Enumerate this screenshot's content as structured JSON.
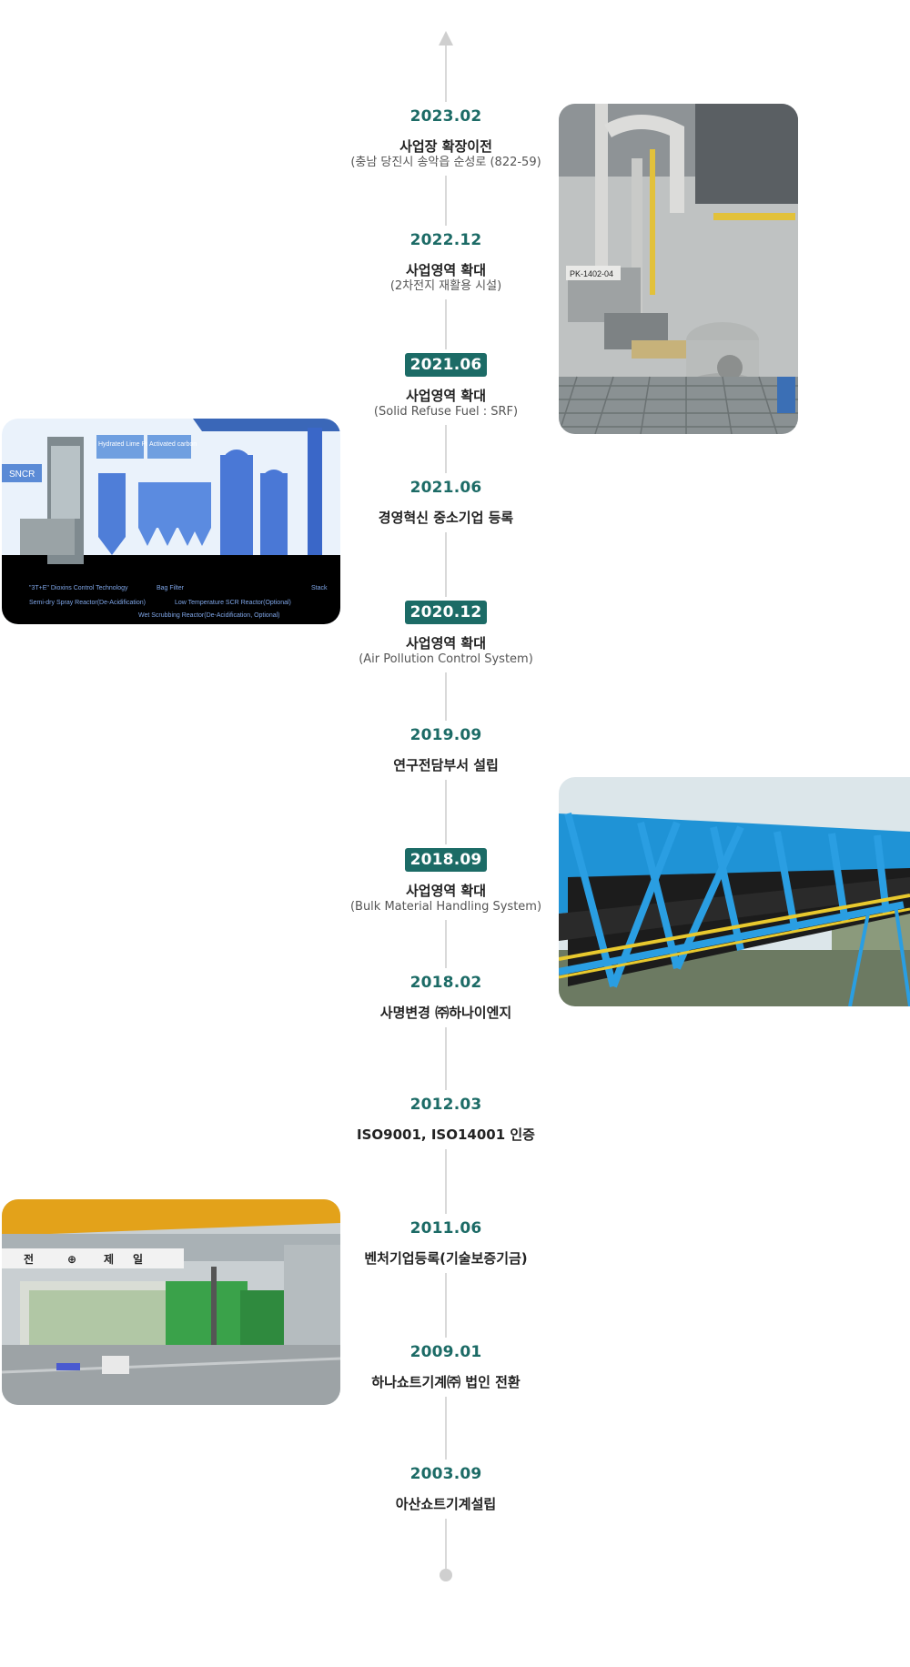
{
  "events": [
    {
      "date": "2023.02",
      "title": "사업장 확장이전",
      "sub": "(충남 당진시 송악읍 순성로 (822-59)",
      "highlight": false
    },
    {
      "date": "2022.12",
      "title": "사업영역 확대",
      "sub": "(2차전지 재활용 시설)",
      "highlight": false
    },
    {
      "date": "2021.06",
      "title": "사업영역 확대",
      "sub": "(Solid Refuse Fuel : SRF)",
      "highlight": true
    },
    {
      "date": "2021.06",
      "title": "경영혁신 중소기업 등록",
      "sub": "",
      "highlight": false
    },
    {
      "date": "2020.12",
      "title": "사업영역 확대",
      "sub": "(Air Pollution Control System)",
      "highlight": true
    },
    {
      "date": "2019.09",
      "title": "연구전담부서 설립",
      "sub": "",
      "highlight": false
    },
    {
      "date": "2018.09",
      "title": "사업영역 확대",
      "sub": "(Bulk Material Handling System)",
      "highlight": true
    },
    {
      "date": "2018.02",
      "title": "사명변경 ㈜하나이엔지",
      "sub": "",
      "highlight": false
    },
    {
      "date": "2012.03",
      "title": "ISO9001, ISO14001 인증",
      "sub": "",
      "highlight": false
    },
    {
      "date": "2011.06",
      "title": "벤처기업등록(기술보증기금)",
      "sub": "",
      "highlight": false
    },
    {
      "date": "2009.01",
      "title": "하나쇼트기계㈜ 법인 전환",
      "sub": "",
      "highlight": false
    },
    {
      "date": "2003.09",
      "title": "아산쇼트기계설립",
      "sub": "",
      "highlight": false
    }
  ],
  "photos": {
    "plant_tag": "PK-1402-04",
    "apc": {
      "labels": {
        "sncr": "SNCR",
        "hydrated": "Hydrated Lime Powder",
        "activated": "Activated carbon",
        "stack": "Stack"
      },
      "captions": [
        "\"3T+E\" Dioxins Control Technology",
        "Semi-dry Spray Reactor(De-Acidification)",
        "Bag Filter",
        "Low Temperature SCR Reactor(Optional)",
        "Wet Scrubbing Reactor(De-Acidification, Optional)"
      ]
    },
    "factory_sign": [
      "전",
      "⊕",
      "제",
      "일"
    ]
  }
}
